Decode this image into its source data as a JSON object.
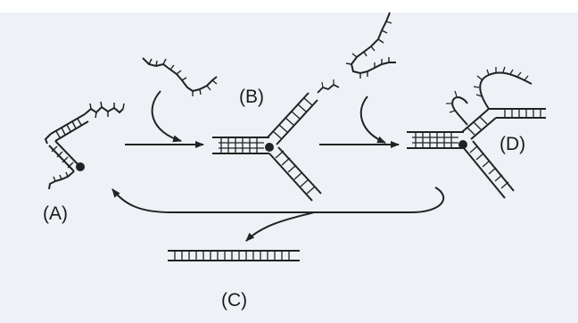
{
  "header_fragment": "",
  "labels": {
    "a": "(A)",
    "b": "(B)",
    "c": "(C)",
    "d": "(D)"
  },
  "colors": {
    "background": "#eef1f6",
    "ink": "#222222"
  }
}
